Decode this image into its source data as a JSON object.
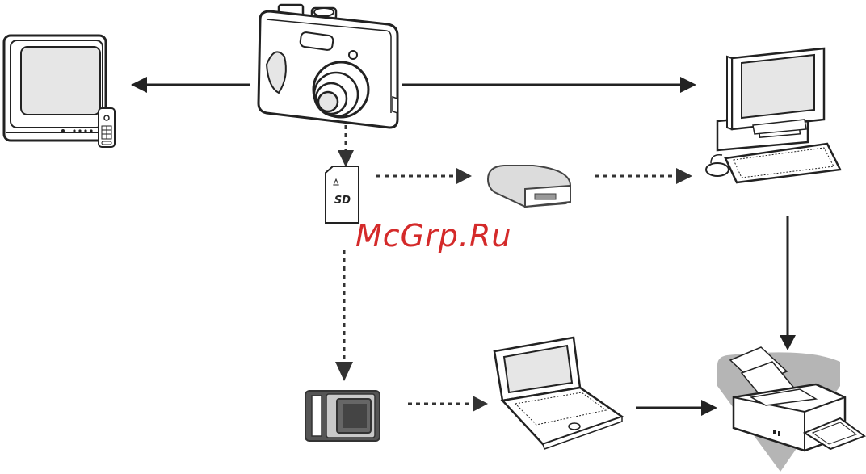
{
  "watermark": {
    "text": "McGrp.Ru"
  },
  "card_label": "SD",
  "colors": {
    "line": "#222222",
    "device_fill": "#ffffff",
    "screen_fill": "#e6e6e6",
    "card_fill": "#f2f2f2",
    "printer_bg": "#b5b5b5",
    "watermark": "#d42a2a"
  },
  "nodes": [
    {
      "id": "camera",
      "icon": "digital-camera-icon"
    },
    {
      "id": "tv",
      "icon": "television-icon"
    },
    {
      "id": "computer",
      "icon": "desktop-computer-icon"
    },
    {
      "id": "sd_card",
      "icon": "sd-card-icon"
    },
    {
      "id": "card_reader",
      "icon": "card-reader-icon"
    },
    {
      "id": "print_kiosk",
      "icon": "photo-kiosk-icon"
    },
    {
      "id": "laptop",
      "icon": "laptop-icon"
    },
    {
      "id": "printer",
      "icon": "printer-icon"
    }
  ],
  "edges": [
    {
      "from": "camera",
      "to": "tv",
      "style": "solid"
    },
    {
      "from": "camera",
      "to": "computer",
      "style": "solid"
    },
    {
      "from": "camera",
      "to": "sd_card",
      "style": "dashed"
    },
    {
      "from": "sd_card",
      "to": "card_reader",
      "style": "dashed"
    },
    {
      "from": "card_reader",
      "to": "computer",
      "style": "dashed"
    },
    {
      "from": "computer",
      "to": "printer",
      "style": "solid"
    },
    {
      "from": "sd_card",
      "to": "print_kiosk",
      "style": "dashed"
    },
    {
      "from": "print_kiosk",
      "to": "laptop",
      "style": "dashed"
    },
    {
      "from": "laptop",
      "to": "printer",
      "style": "solid"
    }
  ]
}
